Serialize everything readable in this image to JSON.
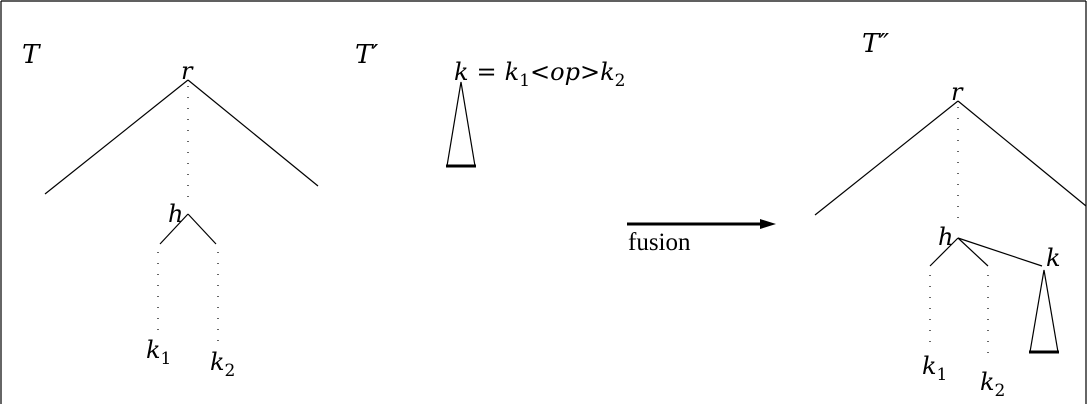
{
  "trees": {
    "T": {
      "title": "T",
      "root": "r",
      "inner": "h",
      "leaf1": "k",
      "leaf1_sub": "1",
      "leaf2": "k",
      "leaf2_sub": "2"
    },
    "T_prime": {
      "title": "T′",
      "eq_lhs": "k",
      "eq_sign": "=",
      "k1": "k",
      "k1_sub": "1",
      "op": "<op>",
      "k2": "k",
      "k2_sub": "2"
    },
    "T_double_prime": {
      "title": "T″",
      "root": "r",
      "inner": "h",
      "attached": "k",
      "leaf1": "k",
      "leaf1_sub": "1",
      "leaf2": "k",
      "leaf2_sub": "2"
    }
  },
  "arrow": {
    "label": "fusion"
  }
}
